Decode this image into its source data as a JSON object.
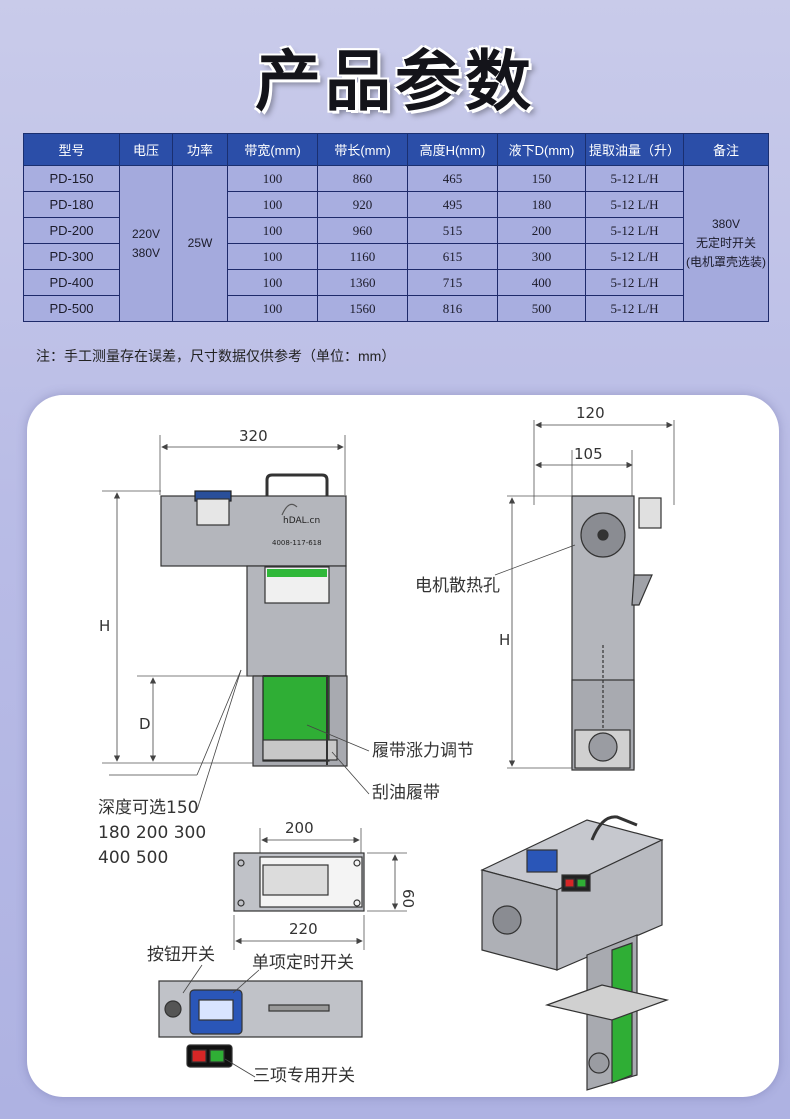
{
  "page": {
    "title": "产品参数"
  },
  "table": {
    "headers": [
      "型号",
      "电压",
      "功率",
      "带宽(mm)",
      "带长(mm)",
      "高度H(mm)",
      "液下D(mm)",
      "提取油量（升）",
      "备注"
    ],
    "rows": [
      {
        "model": "PD-150",
        "width": "100",
        "length": "860",
        "height": "465",
        "depth": "150",
        "oil": "5-12 L/H"
      },
      {
        "model": "PD-180",
        "width": "100",
        "length": "920",
        "height": "495",
        "depth": "180",
        "oil": "5-12 L/H"
      },
      {
        "model": "PD-200",
        "width": "100",
        "length": "960",
        "height": "515",
        "depth": "200",
        "oil": "5-12 L/H"
      },
      {
        "model": "PD-300",
        "width": "100",
        "length": "1160",
        "height": "615",
        "depth": "300",
        "oil": "5-12 L/H"
      },
      {
        "model": "PD-400",
        "width": "100",
        "length": "1360",
        "height": "715",
        "depth": "400",
        "oil": "5-12 L/H"
      },
      {
        "model": "PD-500",
        "width": "100",
        "length": "1560",
        "height": "816",
        "depth": "500",
        "oil": "5-12 L/H"
      }
    ],
    "voltage_1": "220V",
    "voltage_2": "380V",
    "power": "25W",
    "remark_1": "380V",
    "remark_2": "无定时开关",
    "remark_3": "(电机罩壳选装)"
  },
  "note": "注：手工测量存在误差，尺寸数据仅供参考（单位：mm）",
  "drawing": {
    "dim_320": "320",
    "dim_120": "120",
    "dim_105": "105",
    "dim_h_front": "H",
    "dim_h_side": "H",
    "dim_d": "D",
    "dim_200": "200",
    "dim_220": "220",
    "dim_60": "60",
    "brand_text": "hDAL.cn",
    "phone_text": "4008-117-618",
    "label_motor_vent": "电机散热孔",
    "label_tension": "履带涨力调节",
    "label_belt": "刮油履带",
    "label_depth_1": "深度可选150",
    "label_depth_2": "180 200 300",
    "label_depth_3": "400 500",
    "label_button_switch": "按钮开关",
    "label_timer_switch": "单项定时开关",
    "label_three_phase_switch": "三项专用开关"
  }
}
